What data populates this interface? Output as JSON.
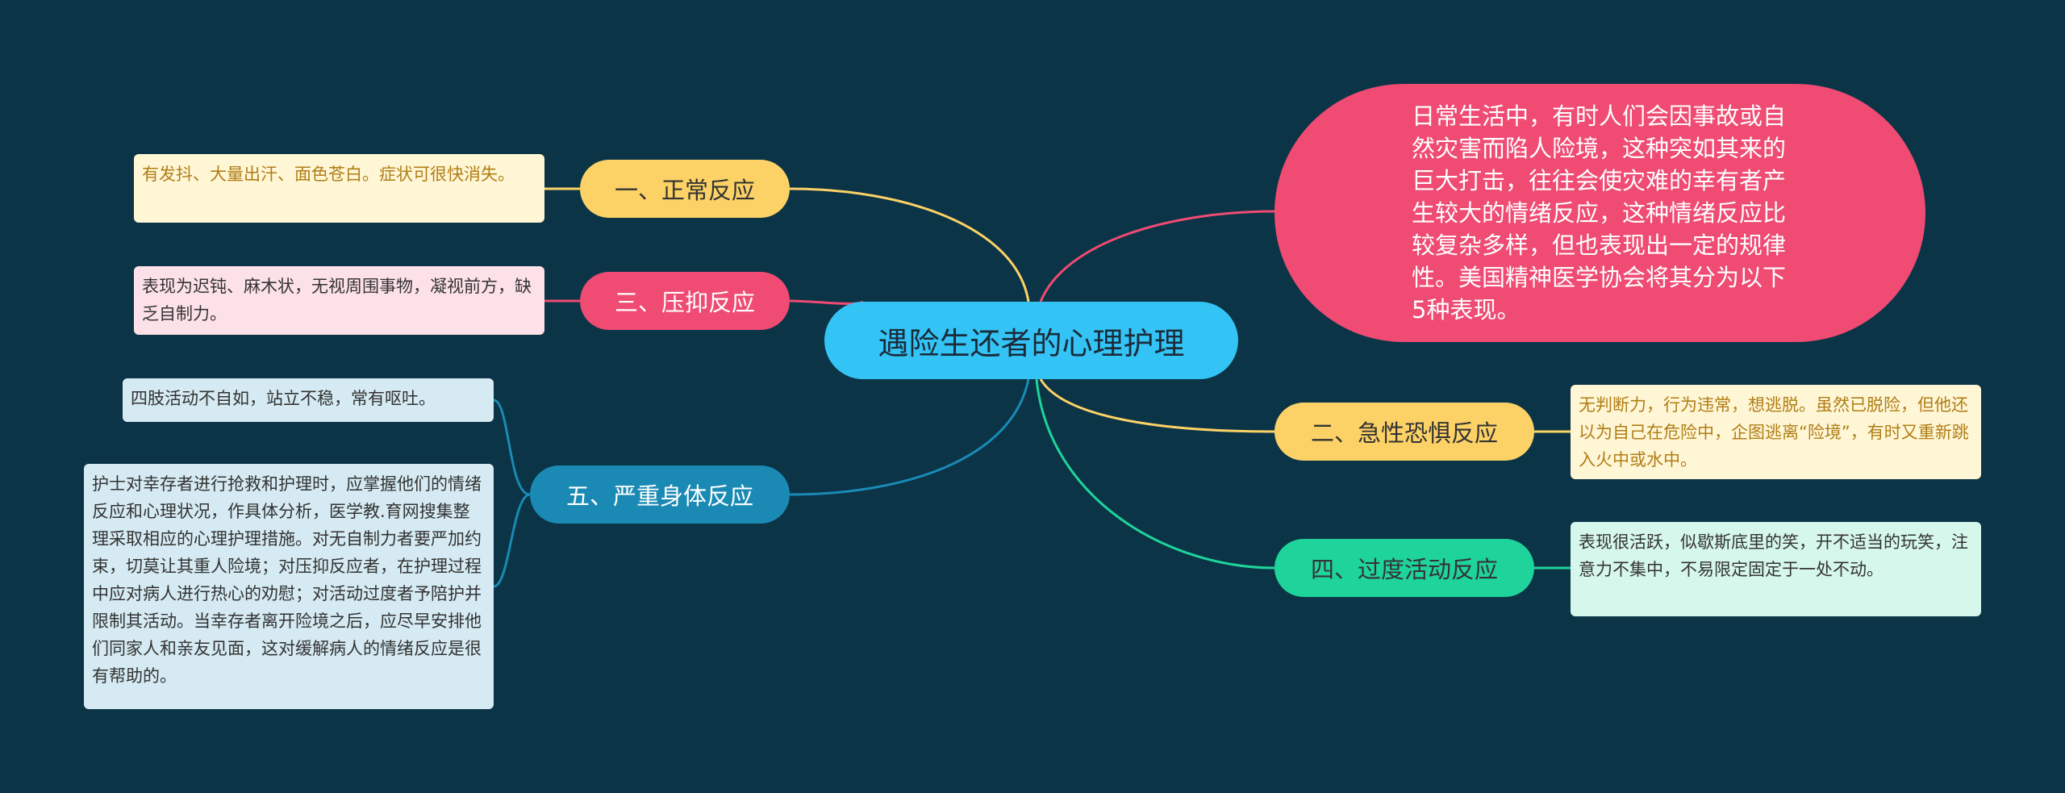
{
  "center": {
    "label": "遇险生还者的心理护理"
  },
  "intro": {
    "text": "日常生活中，有时人们会因事故或自然灾害而陷人险境，这种突如其来的巨大打击，往往会使灾难的幸有者产生较大的情绪反应，这种情绪反应比较复杂多样，但也表现出一定的规律性。美国精神医学协会将其分为以下5种表现。"
  },
  "branches": {
    "normal": {
      "label": "一、正常反应",
      "note": "有发抖、大量出汗、面色苍白。症状可很快消失。"
    },
    "suppressed": {
      "label": "三、压抑反应",
      "note": "表现为迟钝、麻木状，无视周围事物，凝视前方，缺乏自制力。"
    },
    "severe": {
      "label": "五、严重身体反应",
      "note1": "四肢活动不自如，站立不稳，常有呕吐。",
      "note2": "护士对幸存者进行抢救和护理时，应掌握他们的情绪反应和心理状况，作具体分析，医学教.育网搜集整理采取相应的心理护理措施。对无自制力者要严加约束，切莫让其重人险境；对压抑反应者，在护理过程中应对病人进行热心的劝慰；对活动过度者予陪护并限制其活动。当幸存者离开险境之后，应尽早安排他们同家人和亲友见面，这对缓解病人的情绪反应是很有帮助的。"
    },
    "acute": {
      "label": "二、急性恐惧反应",
      "note": "无判断力，行为违常，想逃脱。虽然已脱险，但他还以为自己在危险中，企图逃离“险境”，有时又重新跳入火中或水中。"
    },
    "hyperactive": {
      "label": "四、过度活动反应",
      "note": "表现很活跃，似歇斯底里的笑，开不适当的玩笑，注意力不集中，不易限定固定于一处不动。"
    }
  },
  "colors": {
    "background": "#0b3447",
    "center": "#33c4f5",
    "intro": "#ef4b73",
    "yellow": "#fcd266",
    "pink": "#ef4b73",
    "blue": "#1a8ab4",
    "green": "#1ed49a"
  }
}
